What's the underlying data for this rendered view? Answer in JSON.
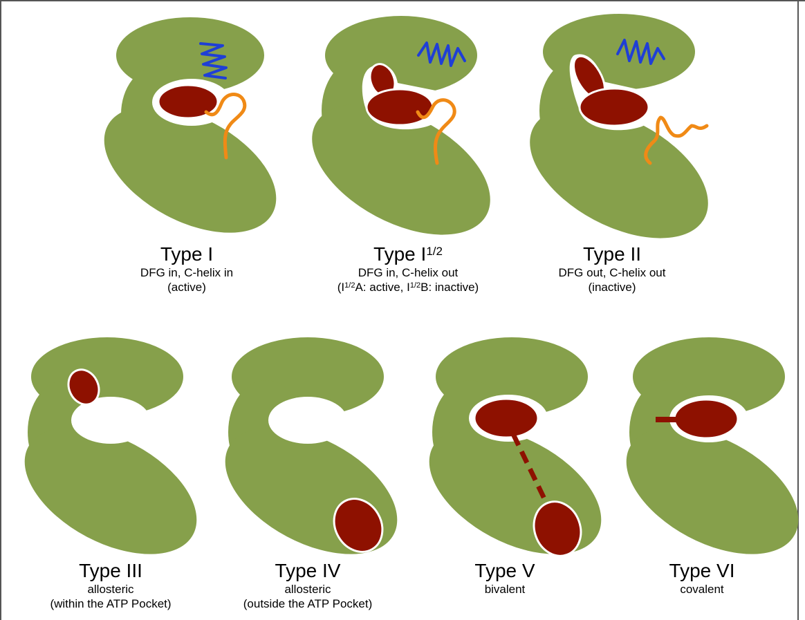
{
  "colors": {
    "lobe": "#86a04b",
    "ligand": "#8e1100",
    "c_helix": "#1f3fd6",
    "activation_loop": "#f08a16",
    "pocket": "#ffffff"
  },
  "types": [
    {
      "title": "Type I",
      "lines": [
        "DFG in, C-helix in",
        "(active)"
      ]
    },
    {
      "title_main": "Type I",
      "title_sup": "1/2",
      "line1": "DFG in, C-helix out",
      "line2_parts": {
        "p1": "(I",
        "sup1": "1/2",
        "p2": "A: active, I",
        "sup2": "1/2",
        "p3": "B: inactive)"
      }
    },
    {
      "title": "Type II",
      "lines": [
        "DFG out, C-helix out",
        "(inactive)"
      ]
    },
    {
      "title": "Type III",
      "lines": [
        "allosteric",
        "(within the ATP Pocket)"
      ]
    },
    {
      "title": "Type IV",
      "lines": [
        "allosteric",
        "(outside the ATP Pocket)"
      ]
    },
    {
      "title": "Type V",
      "lines": [
        "bivalent"
      ]
    },
    {
      "title": "Type VI",
      "lines": [
        "covalent"
      ]
    }
  ]
}
